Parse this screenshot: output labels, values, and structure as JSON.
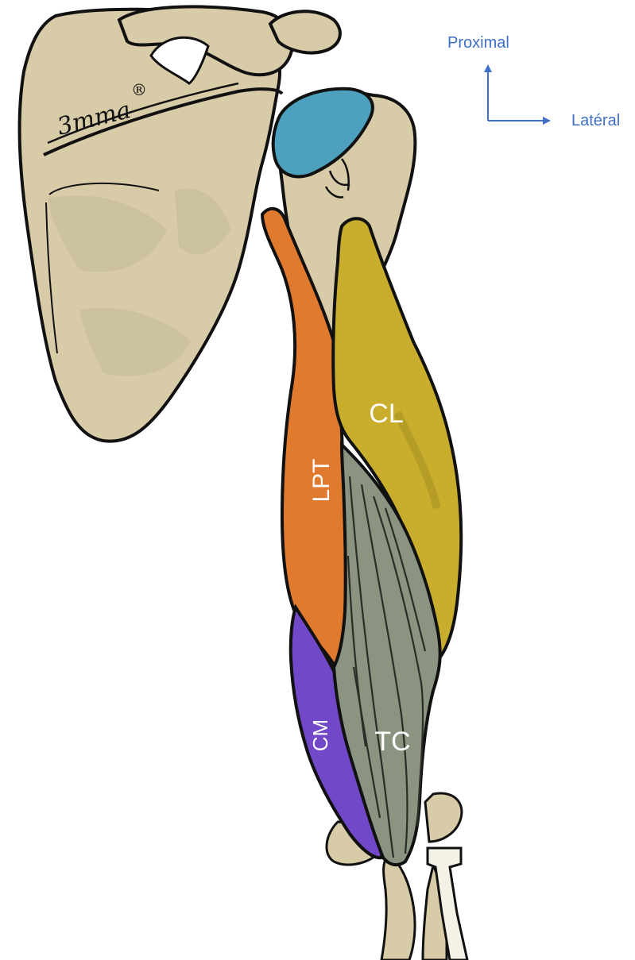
{
  "logo": {
    "text": "3mma",
    "mark": "®"
  },
  "orientation": {
    "proximal": "Proximal",
    "lateral": "Latéral"
  },
  "labels": {
    "CL": "CL",
    "LPT": "LPT",
    "CM": "CM",
    "TC": "TC"
  },
  "colors": {
    "bone": "#d8cca8",
    "bone_shadow": "#c4b995",
    "outline": "#111111",
    "cartilage": "#4da1bf",
    "muscle_CL": "#c8ae2c",
    "muscle_LPT": "#e07a2e",
    "muscle_CM": "#7048c8",
    "muscle_TC": "#8a9480",
    "tendon": "#f4f1e6",
    "axis": "#3f6fc9"
  }
}
